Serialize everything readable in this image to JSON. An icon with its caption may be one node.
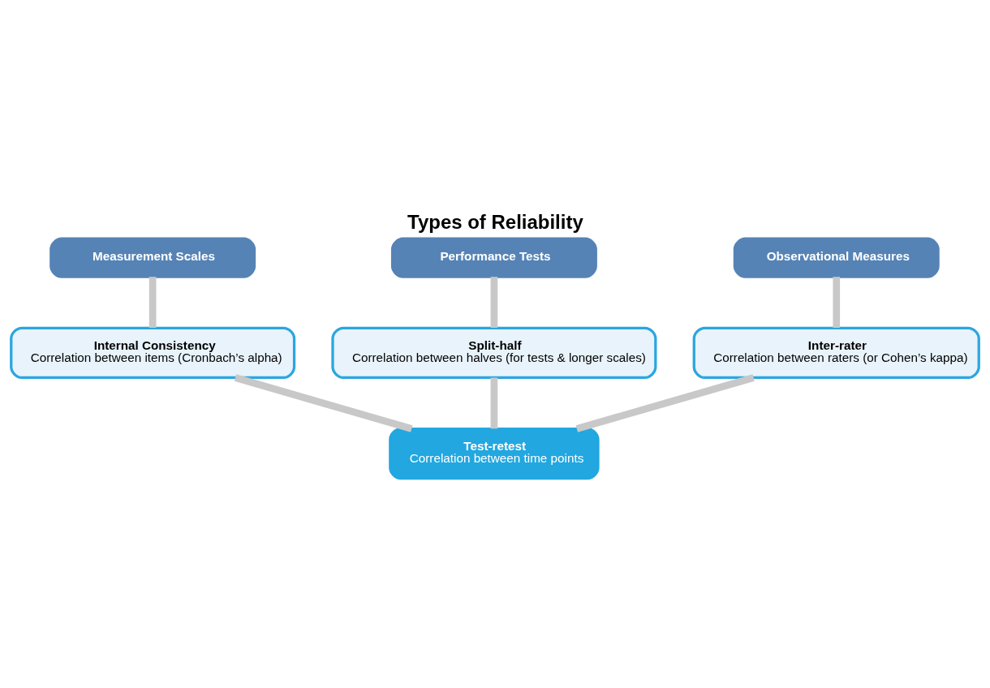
{
  "diagram": {
    "title": "Types of Reliability",
    "nodes": [
      {
        "text": [
          "Measurement Scales"
        ]
      },
      {
        "text": [
          "Performance Tests"
        ]
      },
      {
        "text": [
          "Observational Measures"
        ]
      },
      {
        "text": [
          "Internal Consistency",
          "Correlation between items (Cronbach’s alpha)"
        ]
      },
      {
        "text": [
          "Split-half",
          "Correlation between halves (for tests & longer scales)"
        ]
      },
      {
        "text": [
          "Inter-rater",
          "Correlation between raters (or Cohen’s kappa)"
        ]
      },
      {
        "text": [
          "Test-retest",
          "Correlation between time points"
        ]
      }
    ],
    "edges": [
      {
        "from": 0,
        "to": 3,
        "arrow": "none"
      },
      {
        "from": 1,
        "to": 4,
        "arrow": "none"
      },
      {
        "from": 2,
        "to": 5,
        "arrow": "none"
      },
      {
        "from": 3,
        "to": 6,
        "arrow": "none"
      },
      {
        "from": 4,
        "to": 6,
        "arrow": "none"
      },
      {
        "from": 5,
        "to": 6,
        "arrow": "none"
      }
    ]
  }
}
